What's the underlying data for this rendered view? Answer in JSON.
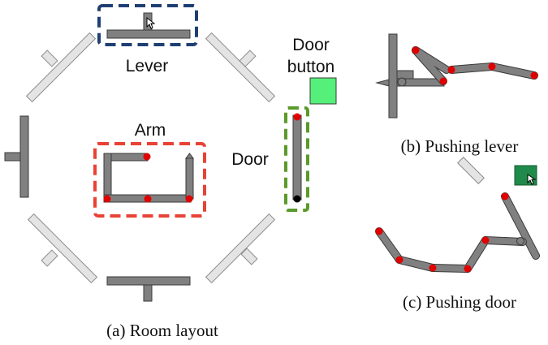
{
  "labels": {
    "lever": "Lever",
    "door_button_line1": "Door",
    "door_button_line2": "button",
    "arm": "Arm",
    "door": "Door"
  },
  "captions": {
    "a": "(a) Room layout",
    "b": "(b) Pushing lever",
    "c": "(c) Pushing door"
  },
  "colors": {
    "wall_gray": "#808080",
    "light_wall": "#e4e4e4",
    "joint_red": "#e00000",
    "lever_box": "#1f3f73",
    "arm_box": "#e84235",
    "door_box": "#5a9a2a",
    "button_light": "#55f07a",
    "button_dark": "#1f8a4a"
  },
  "icons": [
    "mouse-cursor-icon"
  ]
}
